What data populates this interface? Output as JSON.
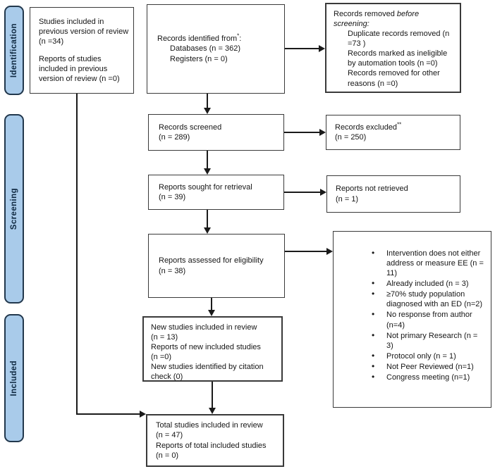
{
  "diagram": {
    "bullet_char": "•",
    "sidebar": [
      {
        "label": "Identification"
      },
      {
        "label": "Screening"
      },
      {
        "label": "Included"
      }
    ],
    "boxes": {
      "previous": {
        "p1": "Studies included in previous version of review (n =34)",
        "p2": "Reports of studies included in previous version of review (n =0)"
      },
      "identified": {
        "title_pre": "Records identified from",
        "title_sup": "*",
        "title_post": ":",
        "sub1": "Databases (n = 362)",
        "sub2": "Registers (n = 0)"
      },
      "removed": {
        "title_pre": "Records removed ",
        "title_italic": "before screening:",
        "sub1": "Duplicate records removed (n =73 )",
        "sub2": "Records marked as ineligible by automation tools (n =0)",
        "sub3": "Records removed for other reasons (n =0)"
      },
      "screened": {
        "line1": "Records screened",
        "line2": "(n = 289)"
      },
      "excluded": {
        "title_pre": "Records excluded",
        "title_sup": "**",
        "line2": "(n = 250)"
      },
      "sought": {
        "line1": "Reports sought for retrieval",
        "line2": "(n = 39)"
      },
      "not_retrieved": {
        "line1": "Reports not retrieved",
        "line2": "(n = 1)"
      },
      "assessed": {
        "line1": "Reports assessed for eligibility",
        "line2": "(n = 38)"
      },
      "reasons": {
        "items": [
          "Intervention does not either address or measure EE (n = 11)",
          "Already included (n = 3)",
          "≥70% study population diagnosed with an ED (n=2)",
          "No response from author (n=4)",
          "Not primary Research (n = 3)",
          "Protocol only (n = 1)",
          "Not Peer Reviewed (n=1)",
          "Congress meeting (n=1)"
        ]
      },
      "new_studies": {
        "line1": "New studies included in review",
        "line2": "(n = 13)",
        "line3": "Reports of new included studies",
        "line4": "(n =0)",
        "line5": "New studies identified by citation check (0)"
      },
      "total": {
        "line1": "Total studies included in review",
        "line2": "(n = 47)",
        "line3": "Reports of total included studies",
        "line4": "(n = 0)"
      }
    },
    "colors": {
      "sidebar_fill": "#A9CBEA",
      "sidebar_border": "#22384D",
      "box_border": "#3A3A3A",
      "arrow": "#1A1A1A"
    }
  }
}
